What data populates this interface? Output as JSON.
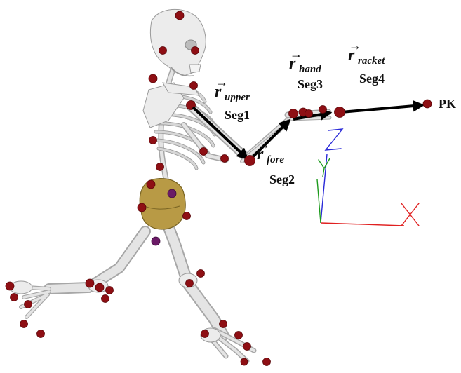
{
  "segments": [
    {
      "vector": "r",
      "subscript": "upper",
      "name": "Seg1"
    },
    {
      "vector": "r",
      "subscript": "fore",
      "name": "Seg2"
    },
    {
      "vector": "r",
      "subscript": "hand",
      "name": "Seg3"
    },
    {
      "vector": "r",
      "subscript": "racket",
      "name": "Seg4"
    }
  ],
  "endpoint_label": "PK",
  "axes": {
    "x": {
      "label": "X",
      "color": "#e02020"
    },
    "y": {
      "label": "Y",
      "color": "#1c9a1c"
    },
    "z": {
      "label": "Z",
      "color": "#2a2ad8"
    }
  },
  "colors": {
    "marker": "#8e0f14",
    "pelvis": "#b89a45",
    "bone": "#ececec"
  }
}
